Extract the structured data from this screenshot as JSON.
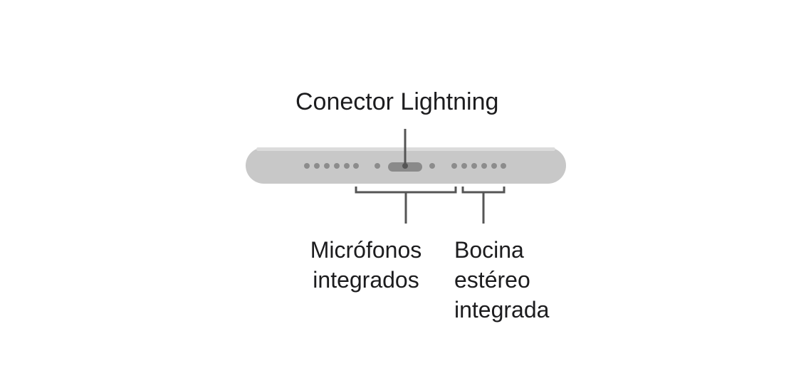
{
  "labels": {
    "connector": "Conector Lightning",
    "microphones": [
      "Micrófonos",
      "integrados"
    ],
    "speaker": [
      "Bocina",
      "estéreo",
      "integrada"
    ]
  },
  "colors": {
    "body": "#c8c8c8",
    "body_top": "#dcdcdc",
    "holes": "#8c8c8c",
    "lines": "#555555"
  }
}
